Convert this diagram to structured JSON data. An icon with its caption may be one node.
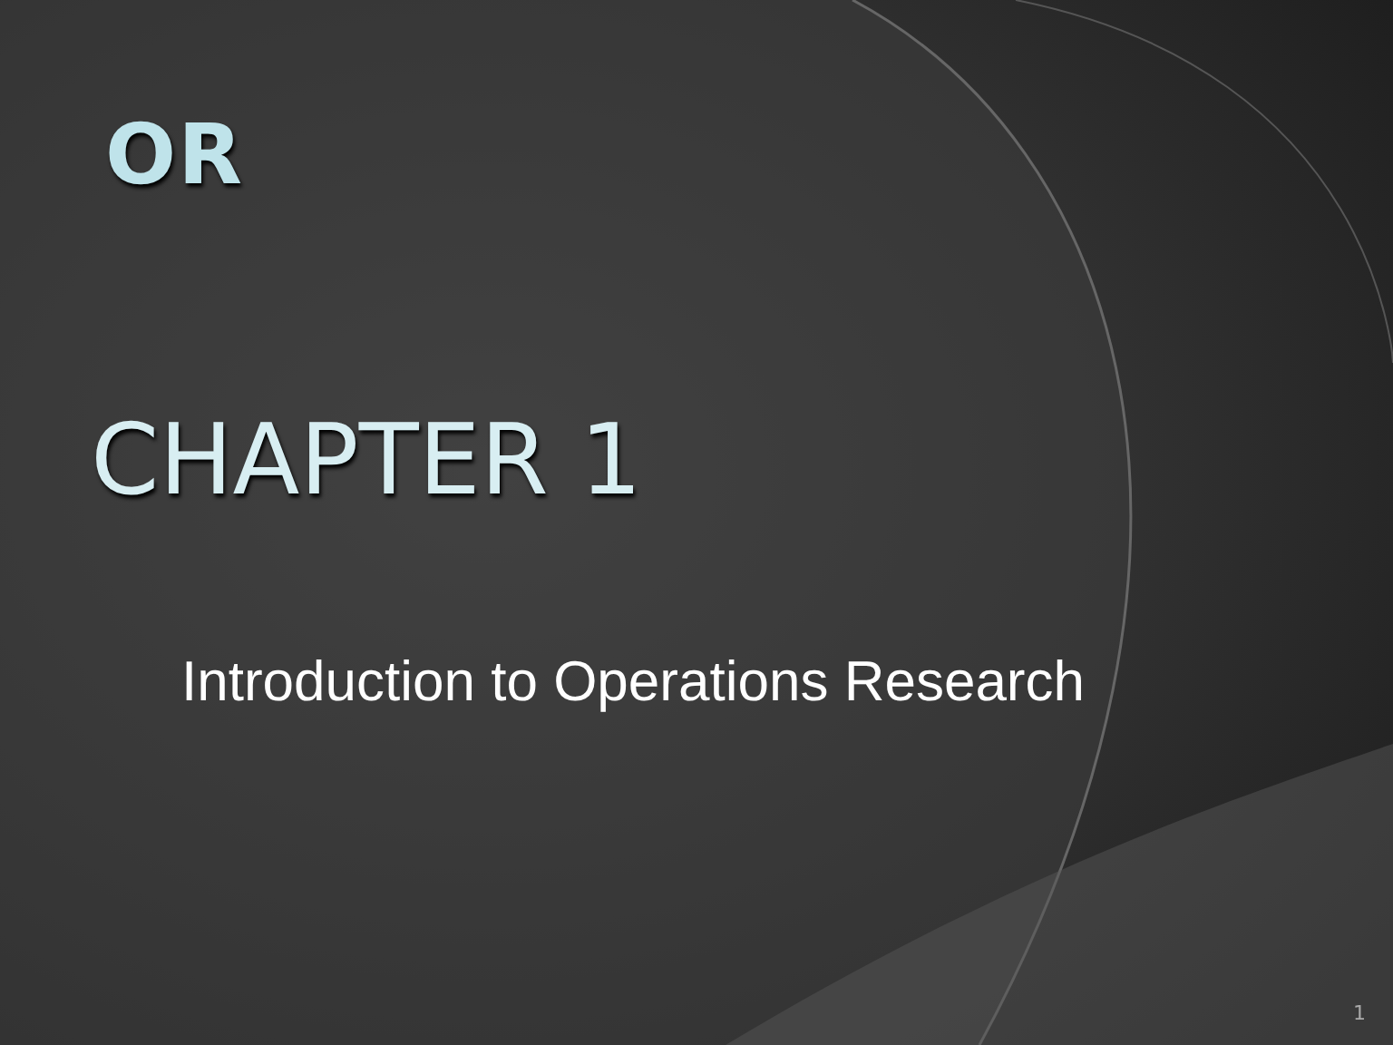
{
  "diagram": {
    "title": "OR",
    "labels": [
      "CHAPTER 1",
      "Introduction to Operations Research",
      "1"
    ]
  }
}
